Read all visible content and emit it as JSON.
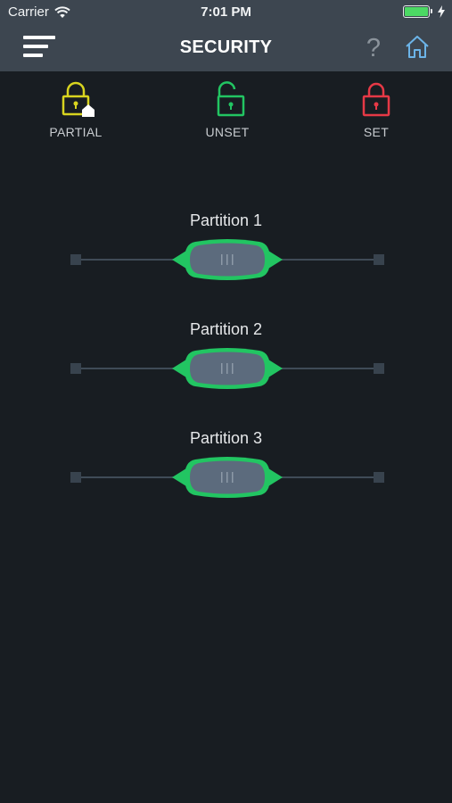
{
  "status_bar": {
    "carrier": "Carrier",
    "time": "7:01 PM",
    "battery_level": 1.0
  },
  "nav": {
    "title": "SECURITY",
    "help_symbol": "?",
    "icons": [
      "hamburger-menu-icon",
      "help-icon",
      "home-icon"
    ]
  },
  "modes": [
    {
      "label": "PARTIAL",
      "icon": "lock-home-icon",
      "color": "#d8d41f"
    },
    {
      "label": "UNSET",
      "icon": "unlocked-padlock-icon",
      "color": "#22c562"
    },
    {
      "label": "SET",
      "icon": "locked-padlock-icon",
      "color": "#e63946"
    }
  ],
  "partitions": [
    {
      "label": "Partition 1",
      "position": 0.5
    },
    {
      "label": "Partition 2",
      "position": 0.5
    },
    {
      "label": "Partition 3",
      "position": 0.5
    }
  ],
  "colors": {
    "background": "#181d22",
    "bar": "#3d4650",
    "accent_green": "#22c562",
    "handle": "#5c6b7d"
  }
}
